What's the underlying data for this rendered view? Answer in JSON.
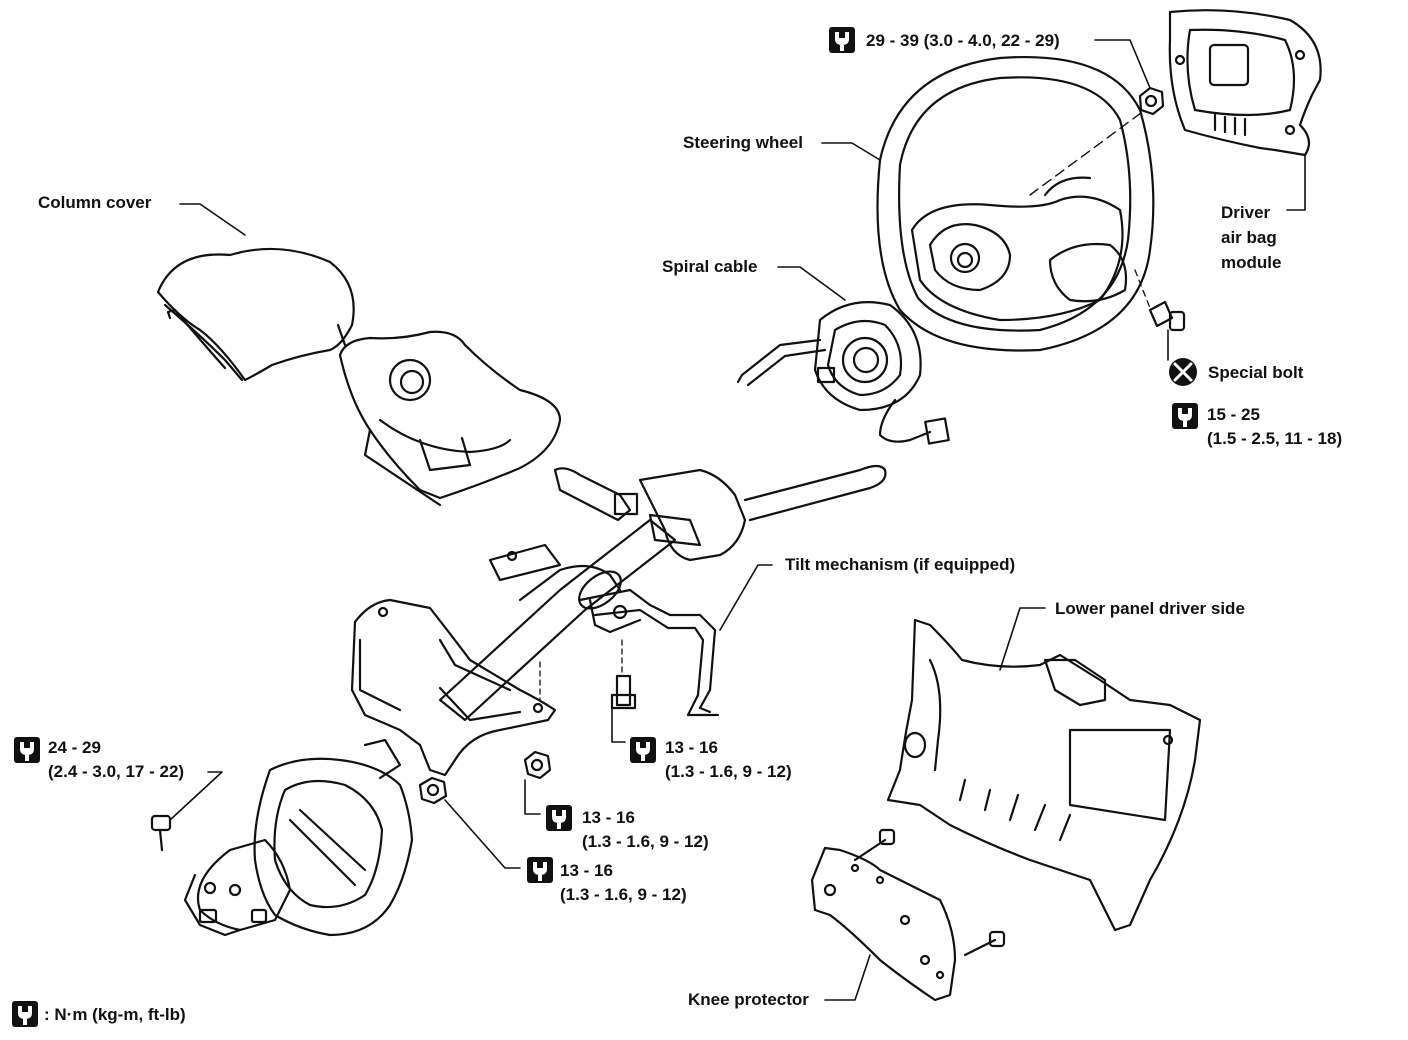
{
  "labels": {
    "column_cover": "Column cover",
    "steering_wheel": "Steering wheel",
    "spiral_cable": "Spiral cable",
    "driver_air_bag_module": [
      "Driver",
      "air bag",
      "module"
    ],
    "special_bolt": "Special bolt",
    "tilt_mechanism": "Tilt mechanism (if equipped)",
    "lower_panel": "Lower panel driver side",
    "knee_protector": "Knee protector"
  },
  "torque_specs": {
    "air_bag_nut": {
      "line1": "29 - 39 (3.0 - 4.0, 22 - 29)"
    },
    "special_bolt": {
      "line1": "15 - 25",
      "line2": "(1.5 - 2.5, 11 - 18)"
    },
    "left_bolt": {
      "line1": "24 - 29",
      "line2": "(2.4 - 3.0, 17 - 22)"
    },
    "tilt_bolt": {
      "line1": "13 - 16",
      "line2": "(1.3 - 1.6, 9 - 12)"
    },
    "center_nut": {
      "line1": "13 - 16",
      "line2": "(1.3 - 1.6, 9 - 12)"
    },
    "lower_nut": {
      "line1": "13 - 16",
      "line2": "(1.3 - 1.6, 9 - 12)"
    }
  },
  "legend": {
    "text": ": N·m (kg-m, ft-lb)"
  },
  "icons": {
    "torque": "torque-wrench-icon",
    "special_bolt": "x-circle-icon"
  }
}
